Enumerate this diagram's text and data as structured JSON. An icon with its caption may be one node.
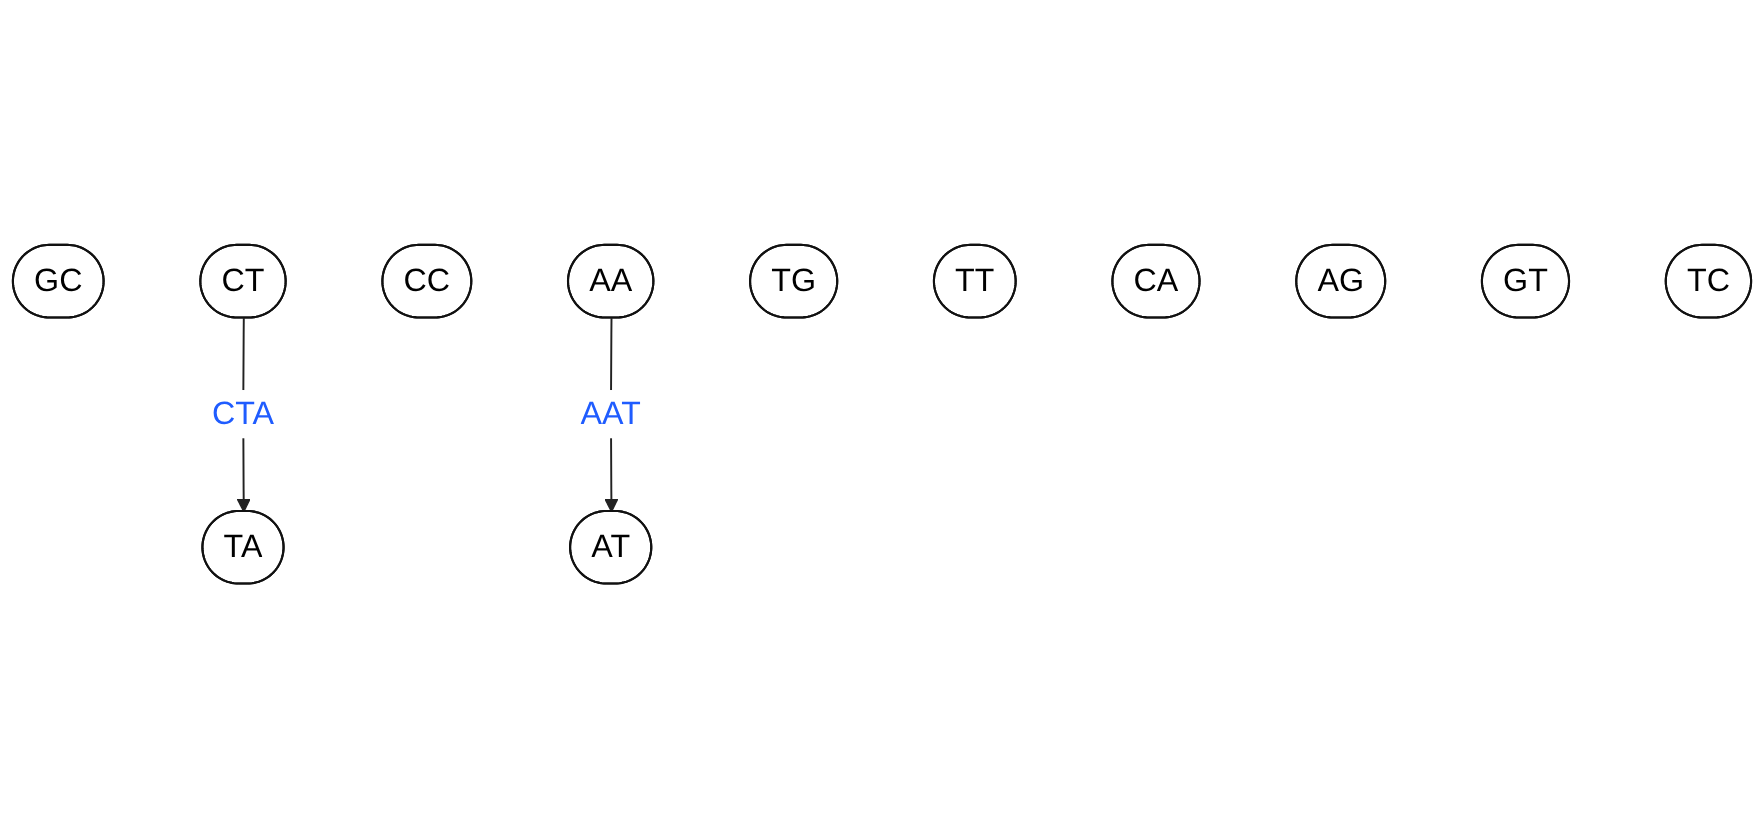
{
  "diagram": {
    "nodes": [
      {
        "text": [
          "AT"
        ]
      },
      {
        "text": [
          "GC"
        ]
      },
      {
        "text": [
          "CT"
        ]
      },
      {
        "text": [
          "CC"
        ]
      },
      {
        "text": [
          "AA"
        ]
      },
      {
        "text": [
          "TG"
        ]
      },
      {
        "text": [
          "TT"
        ]
      },
      {
        "text": [
          "CA"
        ]
      },
      {
        "text": [
          "AG"
        ]
      },
      {
        "text": [
          "GT"
        ]
      },
      {
        "text": [
          "TC"
        ]
      },
      {
        "text": [
          "TA"
        ]
      }
    ],
    "edges": [
      {
        "from": 4,
        "to": 0,
        "arrow": "to",
        "label": "AAT"
      },
      {
        "from": 2,
        "to": 11,
        "arrow": "to",
        "label": "CTA"
      }
    ]
  }
}
